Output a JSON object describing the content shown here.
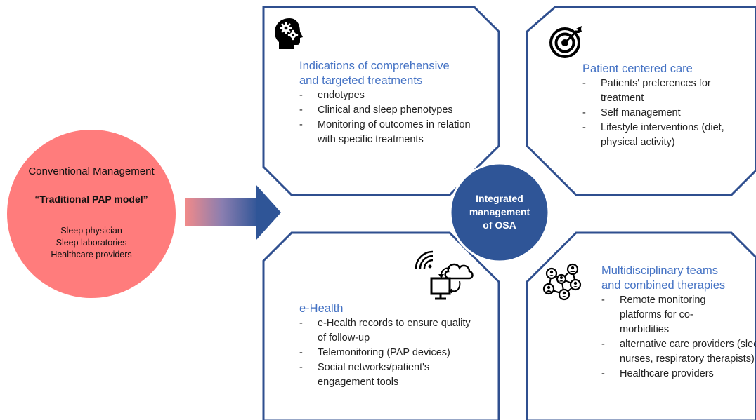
{
  "conventional": {
    "title": "Conventional Management",
    "subtitle": "“Traditional PAP model”",
    "items": [
      "Sleep physician",
      "Sleep laboratories",
      "Healthcare providers"
    ]
  },
  "center": {
    "lines": [
      "Integrated",
      "management",
      "of OSA"
    ]
  },
  "quadrants": {
    "top_left": {
      "title_lines": [
        "Indications of comprehensive",
        "and targeted treatments"
      ],
      "items": [
        "endotypes",
        "Clinical and sleep phenotypes",
        "Monitoring of outcomes in relation with specific treatments"
      ],
      "icon": "head-gears-icon"
    },
    "top_right": {
      "title_lines": [
        "Patient centered care"
      ],
      "items": [
        "Patients' preferences for treatment",
        "Self management",
        "Lifestyle interventions (diet, physical activity)"
      ],
      "icon": "target-icon"
    },
    "bottom_left": {
      "title_lines": [
        "e-Health"
      ],
      "items": [
        "e-Health records to ensure quality of follow-up",
        "Telemonitoring (PAP devices)",
        "Social networks/patient's engagement tools"
      ],
      "icon": "cloud-computer-wifi-icon"
    },
    "bottom_right": {
      "title_lines": [
        "Multidisciplinary teams",
        "and combined therapies"
      ],
      "items": [
        "Remote monitoring platforms for co-morbidities",
        "alternative care providers (sleep nurses, respiratory therapists)",
        "Healthcare providers"
      ],
      "icon": "people-network-icon"
    }
  },
  "colors": {
    "panel_border": "#2F4F8F",
    "center_circle": "#2F5597",
    "left_circle": "#FF7C7C",
    "title_blue": "#4472C4",
    "arrow_start": "#F08A8A",
    "arrow_end": "#2F5597"
  }
}
